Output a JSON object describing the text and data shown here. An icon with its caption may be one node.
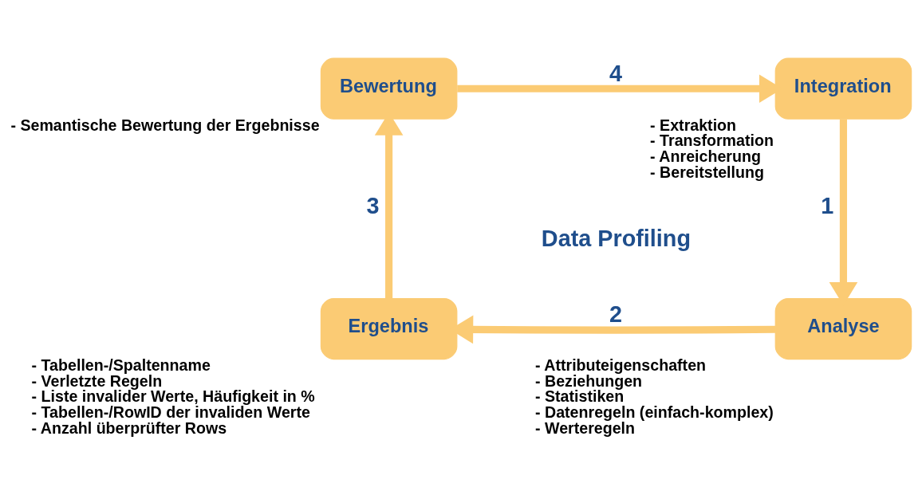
{
  "diagram": {
    "nodes": [
      {
        "text": [
          "Data Profiling"
        ]
      },
      {
        "text": [
          "Integration"
        ],
        "beside": [
          "- Extraktion",
          "- Transformation",
          "- Anreicherung",
          "- Bereitstellung"
        ]
      },
      {
        "text": [
          "Analyse"
        ],
        "beside": [
          "- Attributeigenschaften",
          "- Beziehungen",
          "- Statistiken",
          "- Datenregeln (einfach-komplex)",
          "- Werteregeln"
        ]
      },
      {
        "text": [
          "Ergebnis"
        ],
        "beside": [
          "- Tabellen-/Spaltenname",
          "- Verletzte Regeln",
          "- Liste invalider Werte, Häufigkeit in %",
          "- Tabellen-/RowID der invaliden Werte",
          "- Anzahl überprüfter Rows"
        ]
      },
      {
        "text": [
          "Bewertung"
        ],
        "beside": [
          "- Semantische Bewertung der Ergebnisse"
        ]
      }
    ],
    "edges": [
      {
        "from": 1,
        "to": 2,
        "arrow": "to",
        "label": "1"
      },
      {
        "from": 2,
        "to": 3,
        "arrow": "to",
        "label": "2"
      },
      {
        "from": 3,
        "to": 4,
        "arrow": "to",
        "label": "3"
      },
      {
        "from": 4,
        "to": 1,
        "arrow": "to",
        "label": "4"
      }
    ]
  }
}
